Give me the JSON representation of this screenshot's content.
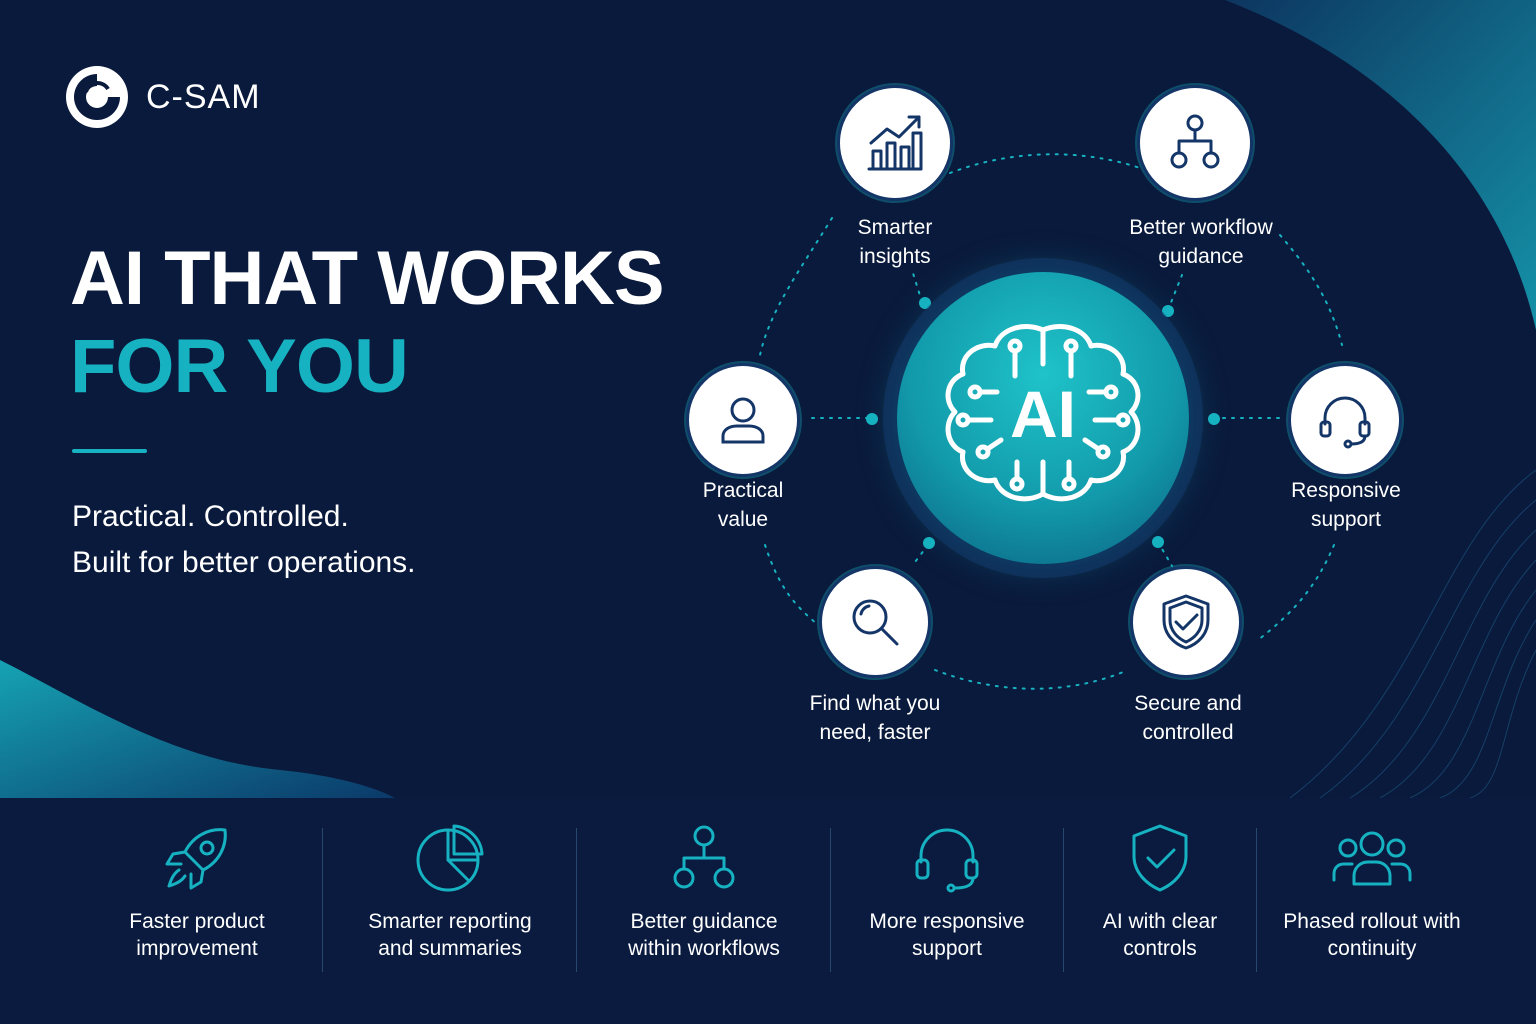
{
  "brand": {
    "name": "C-SAM"
  },
  "hero": {
    "title_line1": "AI THAT WORKS",
    "title_line2": "FOR YOU",
    "subtitle_line1": "Practical. Controlled.",
    "subtitle_line2": "Built for better operations."
  },
  "center": {
    "label": "AI"
  },
  "nodes": [
    {
      "id": "insights",
      "icon": "chart-growth-icon",
      "line1": "Smarter",
      "line2": "insights"
    },
    {
      "id": "workflow",
      "icon": "workflow-hierarchy-icon",
      "line1": "Better workflow",
      "line2": "guidance"
    },
    {
      "id": "value",
      "icon": "user-icon",
      "line1": "Practical",
      "line2": "value"
    },
    {
      "id": "support",
      "icon": "headset-icon",
      "line1": "Responsive",
      "line2": "support"
    },
    {
      "id": "find",
      "icon": "search-icon",
      "line1": "Find what you",
      "line2": "need, faster"
    },
    {
      "id": "secure",
      "icon": "shield-check-icon",
      "line1": "Secure and",
      "line2": "controlled"
    }
  ],
  "features": [
    {
      "icon": "rocket-icon",
      "line1": "Faster product",
      "line2": "improvement"
    },
    {
      "icon": "pie-chart-icon",
      "line1": "Smarter reporting",
      "line2": "and summaries"
    },
    {
      "icon": "workflow-hierarchy-icon",
      "line1": "Better guidance",
      "line2": "within workflows"
    },
    {
      "icon": "headset-icon",
      "line1": "More responsive",
      "line2": "support"
    },
    {
      "icon": "shield-check-icon",
      "line1": "AI with clear",
      "line2": "controls"
    },
    {
      "icon": "people-group-icon",
      "line1": "Phased rollout with",
      "line2": "continuity"
    }
  ],
  "colors": {
    "background": "#0a1a3c",
    "accent": "#17b2c1",
    "icon_dark": "#143567",
    "white": "#ffffff"
  }
}
